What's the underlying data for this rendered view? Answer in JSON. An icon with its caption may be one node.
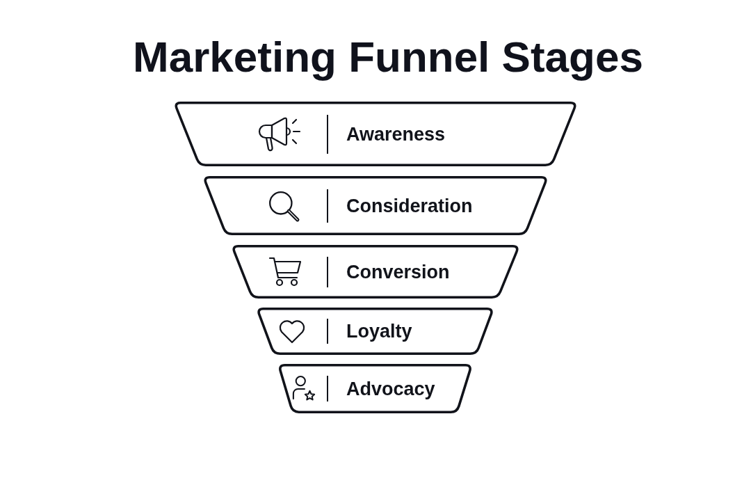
{
  "diagram": {
    "title": "Marketing Funnel Stages",
    "nodes": [
      {
        "text": [
          "Awareness"
        ]
      },
      {
        "text": [
          "Consideration"
        ]
      },
      {
        "text": [
          "Conversion"
        ]
      },
      {
        "text": [
          "Loyalty"
        ]
      },
      {
        "text": [
          "Advocacy"
        ]
      }
    ]
  }
}
